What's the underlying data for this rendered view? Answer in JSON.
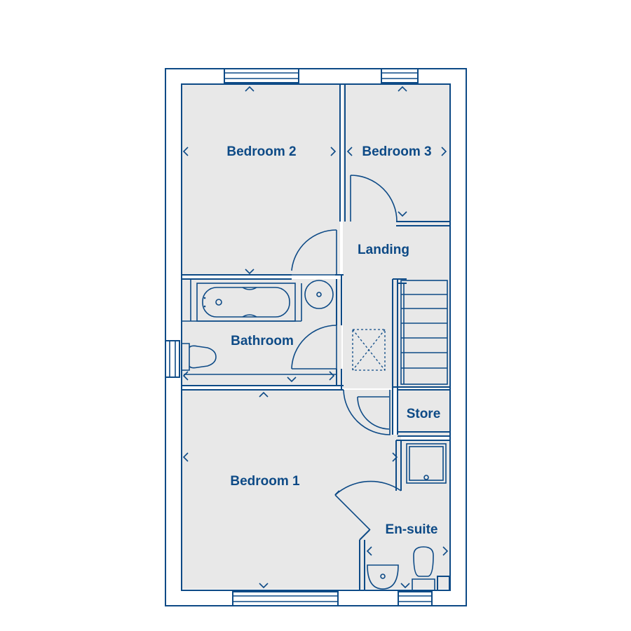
{
  "floorplan": {
    "rooms": {
      "bedroom2": "Bedroom 2",
      "bedroom3": "Bedroom 3",
      "landing": "Landing",
      "bathroom": "Bathroom",
      "store": "Store",
      "bedroom1": "Bedroom 1",
      "ensuite": "En-suite"
    },
    "colors": {
      "line": "#0d4a86",
      "floor": "#e8e8e8",
      "background": "#ffffff"
    }
  }
}
